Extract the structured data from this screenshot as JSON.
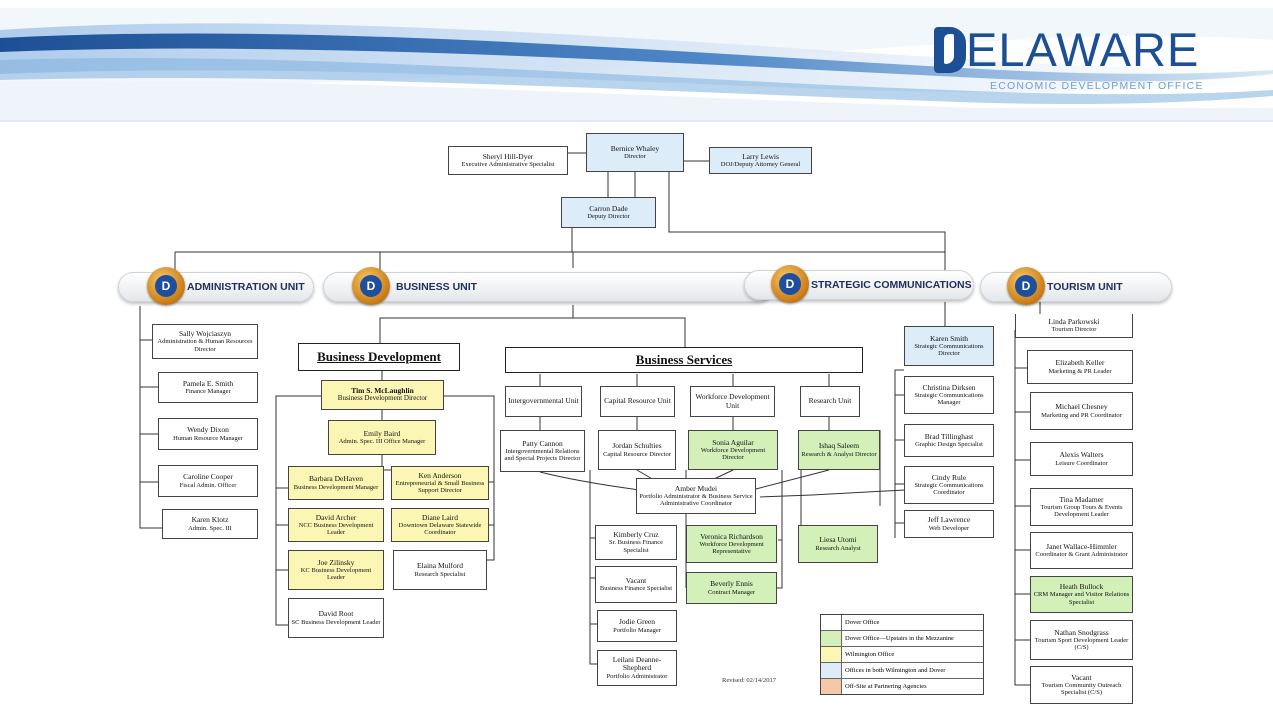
{
  "brand": {
    "name": "ELAWARE",
    "sub": "ECONOMIC DEVELOPMENT OFFICE",
    "primary": "#1d4f95",
    "secondary": "#6f9fd0"
  },
  "units": {
    "admin": "ADMINISTRATION UNIT",
    "business": "BUSINESS UNIT",
    "stratcom": "STRATEGIC COMMUNICATIONS",
    "tourism": "TOURISM UNIT"
  },
  "headers": {
    "business_development": "Business Development",
    "business_services": "Business Services"
  },
  "colors": {
    "dover": "#ffffff",
    "mezzanine": "#d2f0b8",
    "wilmington": "#fbf6b3",
    "both": "#dcecf8",
    "offsite": "#f5c9a8"
  },
  "staff": {
    "bernice": {
      "name": "Bernice Whaley",
      "title": "Director"
    },
    "sheryl": {
      "name": "Sheryl Hill-Dyer",
      "title": "Executive Administrative Specialist"
    },
    "larry": {
      "name": "Larry Lewis",
      "title": "DOJ/Deputy Attorney General"
    },
    "carron": {
      "name": "Carron Dade",
      "title": "Deputy Director"
    },
    "sally": {
      "name": "Sally Wojciaszyn",
      "title": "Administration & Human Resources Director"
    },
    "pamela": {
      "name": "Pamela E. Smith",
      "title": "Finance Manager"
    },
    "wendy": {
      "name": "Wendy Dixon",
      "title": "Human Resource Manager"
    },
    "caroline": {
      "name": "Caroline Cooper",
      "title": "Fiscal Admin. Officer"
    },
    "karenk": {
      "name": "Karen Klotz",
      "title": "Admin. Spec. III"
    },
    "tim": {
      "name": "Tim S. McLaughlin",
      "title": "Business Development Director"
    },
    "emily": {
      "name": "Emily Baird",
      "title": "Admin. Spec. III Office Manager"
    },
    "barbara": {
      "name": "Barbara DeHaven",
      "title": "Business Development Manager"
    },
    "ken": {
      "name": "Ken Anderson",
      "title": "Entrepreneurial & Small Business Support Director"
    },
    "david_a": {
      "name": "David Archer",
      "title": "NCC Business Development Leader"
    },
    "diane": {
      "name": "Diane Laird",
      "title": "Downtown Delaware Statewide Coordinator"
    },
    "joe": {
      "name": "Joe Zilinsky",
      "title": "KC Business Development Leader"
    },
    "elaina": {
      "name": "Elaina Mulford",
      "title": "Research Specialist"
    },
    "david_r": {
      "name": "David Root",
      "title": "SC Business Development Leader"
    },
    "inter": {
      "name": "Intergovernmental Unit",
      "title": ""
    },
    "capital": {
      "name": "Capital Resource Unit",
      "title": ""
    },
    "workforce": {
      "name": "Workforce Development Unit",
      "title": ""
    },
    "research": {
      "name": "Research Unit",
      "title": ""
    },
    "patty": {
      "name": "Patty Cannon",
      "title": "Intergovernmental Relations and Special Projects Director"
    },
    "jordan": {
      "name": "Jordan Schulties",
      "title": "Capital Resource Director"
    },
    "sonia": {
      "name": "Sonia Aguilar",
      "title": "Workforce Development Director"
    },
    "ishaq": {
      "name": "Ishaq Saleem",
      "title": "Research & Analyst Director"
    },
    "amber": {
      "name": "Amber Mudei",
      "title": "Portfolio Administrator & Business Service Administrative Coordinator"
    },
    "kimberly": {
      "name": "Kimberly Cruz",
      "title": "Sr. Business Finance Specialist"
    },
    "veronica": {
      "name": "Veronica Richardson",
      "title": "Workforce Development Representative"
    },
    "liesa": {
      "name": "Liesa Utomi",
      "title": "Research Analyst"
    },
    "vacant1": {
      "name": "Vacant",
      "title": "Business Finance Specialist"
    },
    "beverly": {
      "name": "Beverly Ennis",
      "title": "Contract Manager"
    },
    "jodie": {
      "name": "Jodie Green",
      "title": "Portfolio Manager"
    },
    "leilani": {
      "name": "Leilani Deanne-Shepherd",
      "title": "Portfolio Administrator"
    },
    "karens": {
      "name": "Karen Smith",
      "title": "Strategic Communications Director"
    },
    "christina": {
      "name": "Christina Dirksen",
      "title": "Strategic Communications Manager"
    },
    "brad": {
      "name": "Brad Tillinghast",
      "title": "Graphic Design Specialist"
    },
    "cindy": {
      "name": "Cindy Rule",
      "title": "Strategic Communications Coordinator"
    },
    "jeff": {
      "name": "Jeff Lawrence",
      "title": "Web Developer"
    },
    "linda": {
      "name": "Linda Parkowski",
      "title": "Tourism Director"
    },
    "elizabeth": {
      "name": "Elizabeth Keller",
      "title": "Marketing & PR Leader"
    },
    "michael": {
      "name": "Michael Chesney",
      "title": "Marketing and PR Coordinator"
    },
    "alexis": {
      "name": "Alexis Walters",
      "title": "Leisure Coordinator"
    },
    "tina": {
      "name": "Tina Madamer",
      "title": "Tourism Group Tours & Events Development Leader"
    },
    "janet": {
      "name": "Janet Wallace-Himmler",
      "title": "Coordinator & Grant Administrator"
    },
    "heath": {
      "name": "Heath Bullock",
      "title": "CRM Manager and Visitor Relations Specialist"
    },
    "nathan": {
      "name": "Nathan Snodgrass",
      "title": "Tourism Sport Development Leader (C/S)"
    },
    "vacant2": {
      "name": "Vacant",
      "title": "Tourism Community Outreach Specialist (C/S)"
    }
  },
  "legend": [
    {
      "label": "Dover Office",
      "color": "#ffffff"
    },
    {
      "label": "Dover Office—Upstairs in the Mezzanine",
      "color": "#d2f0b8"
    },
    {
      "label": "Wilmington Office",
      "color": "#fbf6b3"
    },
    {
      "label": "Offices in both Wilmington and Dover",
      "color": "#dcecf8"
    },
    {
      "label": "Off-Site at Partnering Agencies",
      "color": "#f5c9a8"
    }
  ],
  "revised": "Revised: 02/14/2017"
}
